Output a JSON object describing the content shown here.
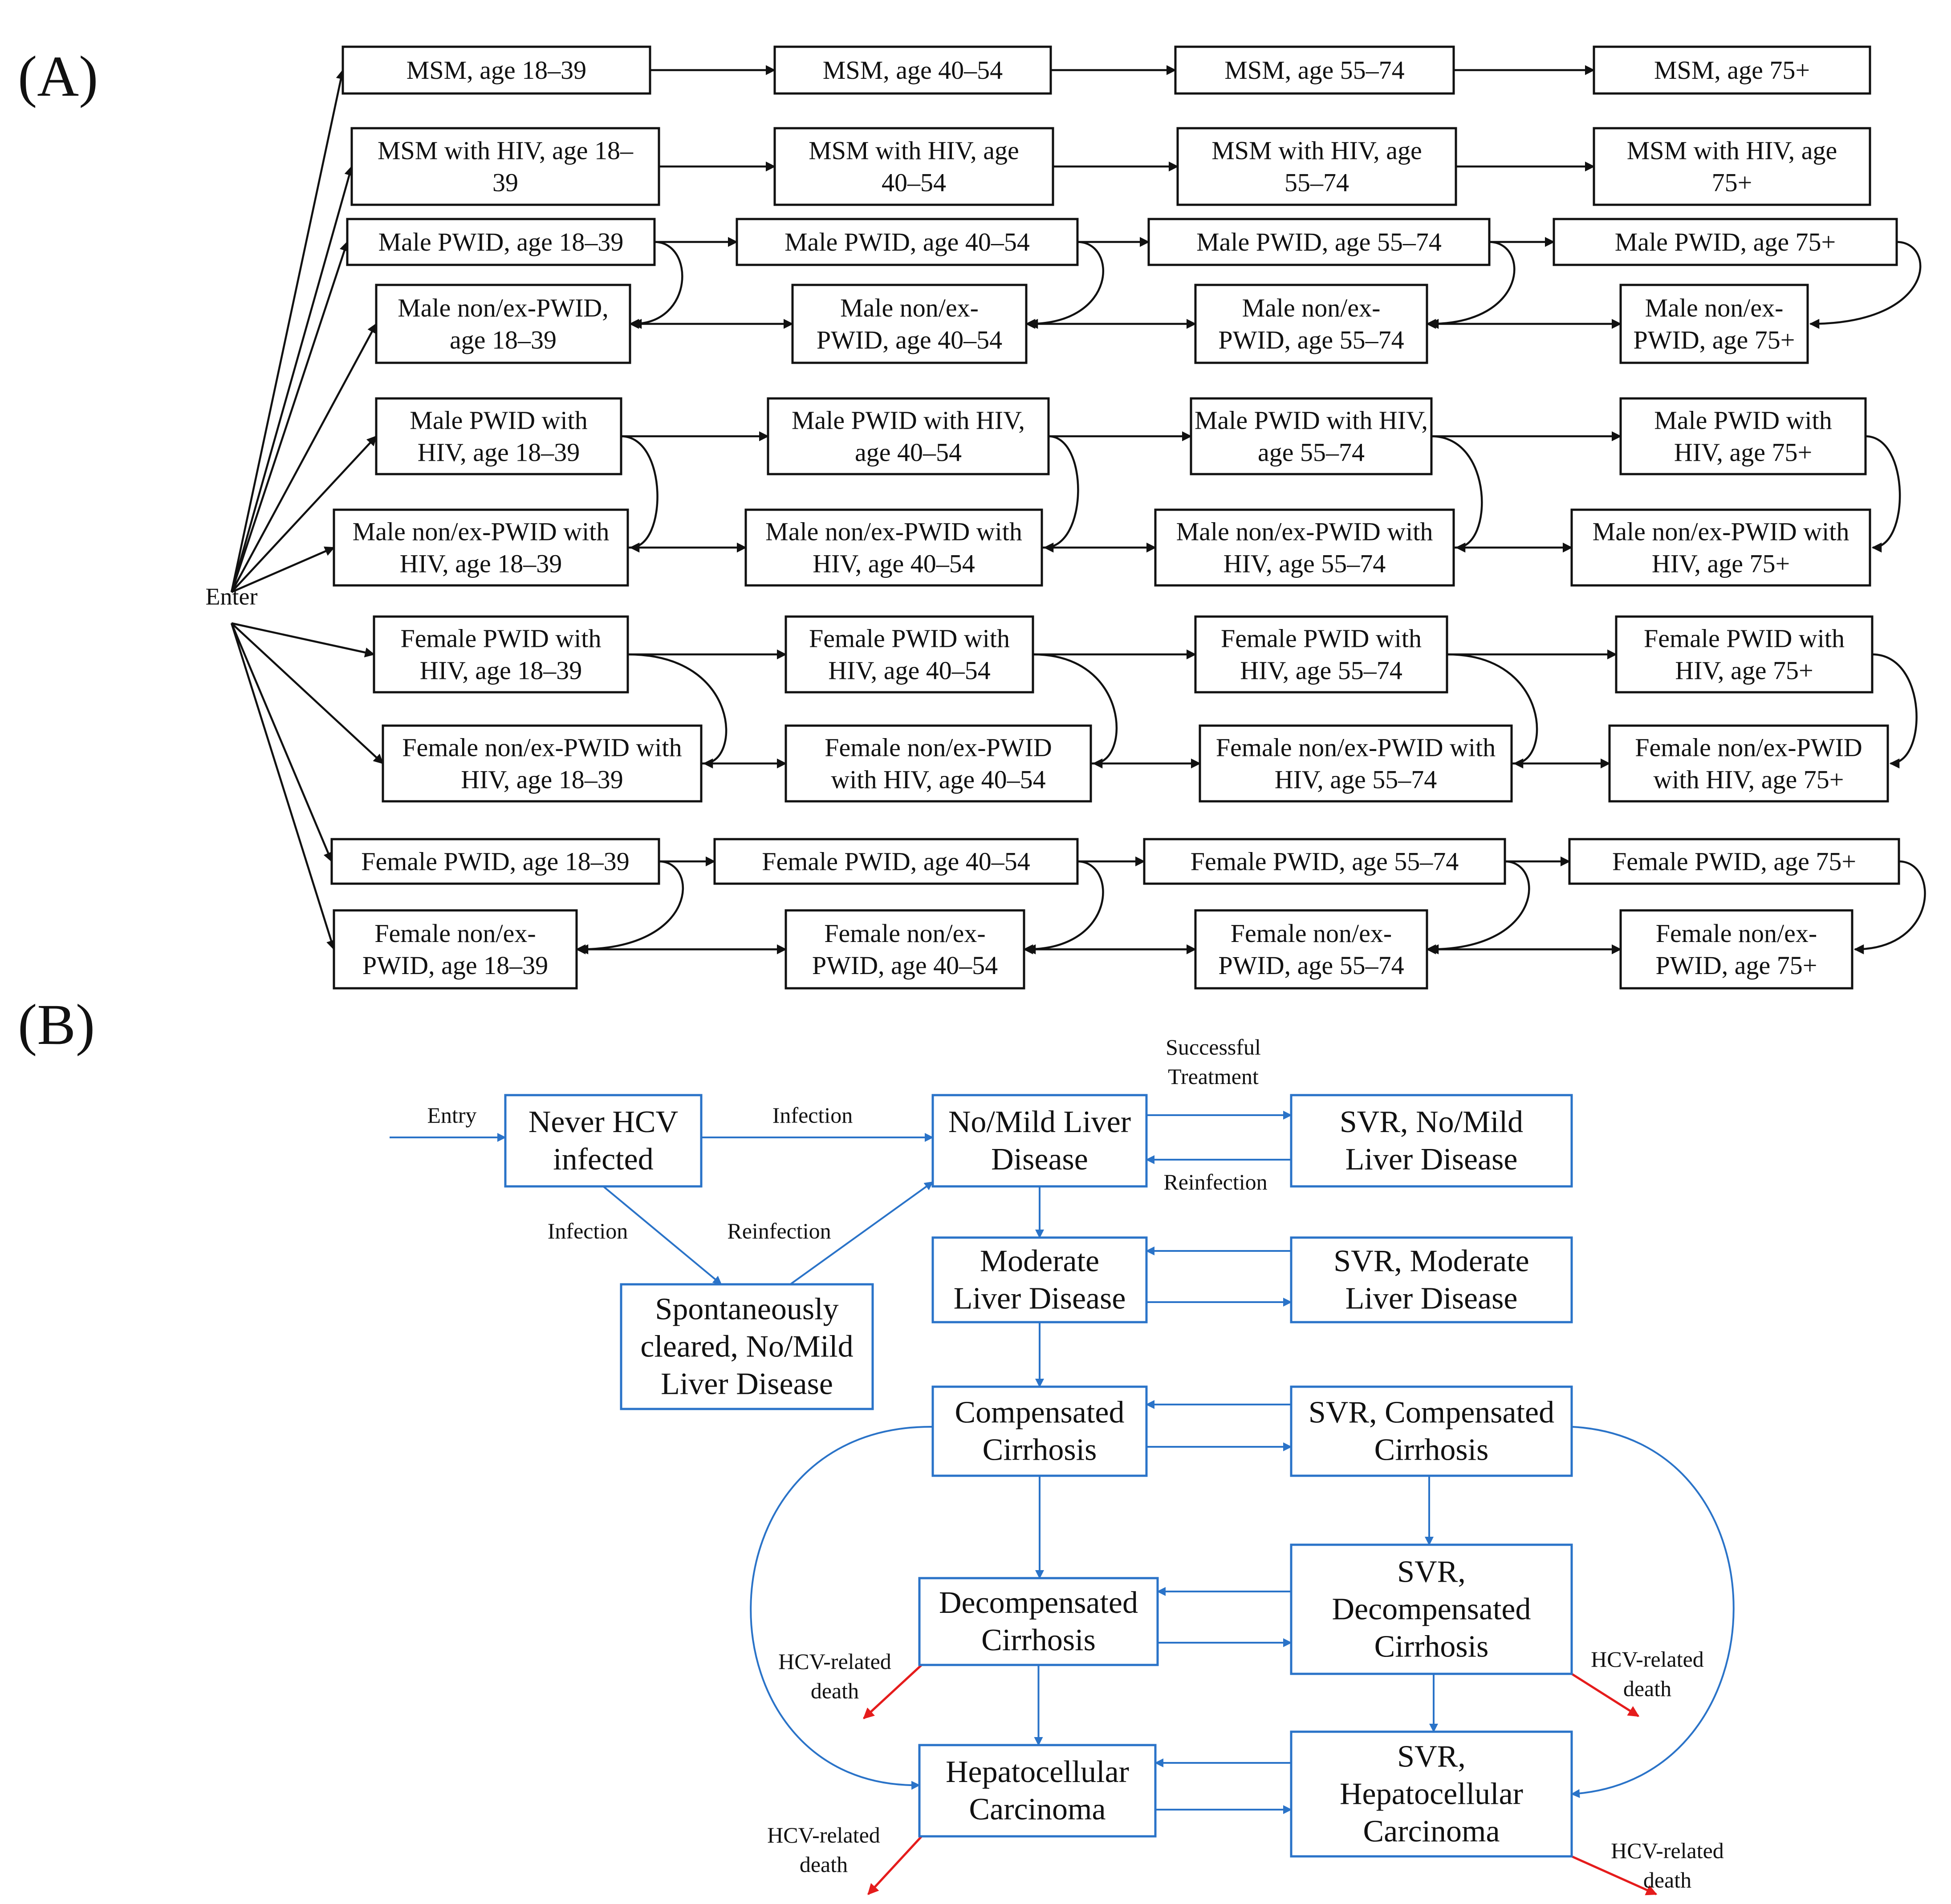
{
  "panel_a": {
    "label": "(A)",
    "enter_label": "Enter",
    "boxes": [
      "MSM, age 18–39",
      "MSM, age 40–54",
      "MSM, age 55–74",
      "MSM, age 75+",
      [
        "MSM with HIV, age 18–",
        "39"
      ],
      [
        "MSM with HIV, age",
        "40–54"
      ],
      [
        "MSM with HIV, age",
        "55–74"
      ],
      [
        "MSM with HIV, age",
        "75+"
      ],
      "Male PWID, age 18–39",
      "Male PWID, age 40–54",
      "Male PWID, age 55–74",
      "Male PWID, age 75+",
      [
        "Male non/ex-PWID,",
        "age 18–39"
      ],
      [
        "Male non/ex-",
        "PWID, age 40–54"
      ],
      [
        "Male non/ex-",
        "PWID, age 55–74"
      ],
      [
        "Male non/ex-",
        "PWID, age 75+"
      ],
      [
        "Male PWID with",
        "HIV, age 18–39"
      ],
      [
        "Male PWID with HIV,",
        "age 40–54"
      ],
      [
        "Male PWID with HIV,",
        "age 55–74"
      ],
      [
        "Male PWID with",
        "HIV, age 75+"
      ],
      [
        "Male non/ex-PWID with",
        "HIV, age 18–39"
      ],
      [
        "Male non/ex-PWID with",
        "HIV, age 40–54"
      ],
      [
        "Male non/ex-PWID with",
        "HIV, age 55–74"
      ],
      [
        "Male non/ex-PWID with",
        "HIV, age 75+"
      ],
      [
        "Female PWID with",
        "HIV, age 18–39"
      ],
      [
        "Female PWID with",
        "HIV, age 40–54"
      ],
      [
        "Female PWID with",
        "HIV, age 55–74"
      ],
      [
        "Female PWID with",
        "HIV, age 75+"
      ],
      [
        "Female non/ex-PWID with",
        "HIV, age 18–39"
      ],
      [
        "Female non/ex-PWID",
        "with HIV, age 40–54"
      ],
      [
        "Female non/ex-PWID with",
        "HIV, age 55–74"
      ],
      [
        "Female non/ex-PWID",
        "with HIV, age 75+"
      ],
      "Female PWID, age 18–39",
      "Female PWID, age 40–54",
      "Female PWID, age 55–74",
      "Female PWID, age 75+",
      [
        "Female non/ex-",
        "PWID, age 18–39"
      ],
      [
        "Female non/ex-",
        "PWID, age 40–54"
      ],
      [
        "Female non/ex-",
        "PWID, age 55–74"
      ],
      [
        "Female non/ex-",
        "PWID, age 75+"
      ]
    ]
  },
  "panel_b": {
    "label": "(B)",
    "boxes": {
      "never": [
        "Never HCV",
        "infected"
      ],
      "spont": [
        "Spontaneously",
        "cleared, No/Mild",
        "Liver Disease"
      ],
      "mild": [
        "No/Mild Liver",
        "Disease"
      ],
      "moderate": [
        "Moderate",
        "Liver Disease"
      ],
      "comp": [
        "Compensated",
        "Cirrhosis"
      ],
      "decomp": [
        "Decompensated",
        "Cirrhosis"
      ],
      "hcc": [
        "Hepatocellular",
        "Carcinoma"
      ],
      "svr_mild": [
        "SVR, No/Mild",
        "Liver Disease"
      ],
      "svr_mod": [
        "SVR, Moderate",
        "Liver Disease"
      ],
      "svr_comp": [
        "SVR, Compensated",
        "Cirrhosis"
      ],
      "svr_decomp": [
        "SVR,",
        "Decompensated",
        "Cirrhosis"
      ],
      "svr_hcc": [
        "SVR,",
        "Hepatocellular",
        "Carcinoma"
      ]
    },
    "labels": {
      "entry": "Entry",
      "infection_top": "Infection",
      "infection_diag": "Infection",
      "reinfection_diag": "Reinfection",
      "successful": [
        "Successful",
        "Treatment"
      ],
      "reinfection_top": "Reinfection",
      "death_decomp": [
        "HCV-related",
        "death"
      ],
      "death_hcc": [
        "HCV-related",
        "death"
      ],
      "death_svr_decomp": [
        "HCV-related",
        "death"
      ],
      "death_svr_hcc": [
        "HCV-related",
        "death"
      ]
    },
    "colors": {
      "transition": "#2a73c8",
      "death": "#e51c1c"
    }
  }
}
